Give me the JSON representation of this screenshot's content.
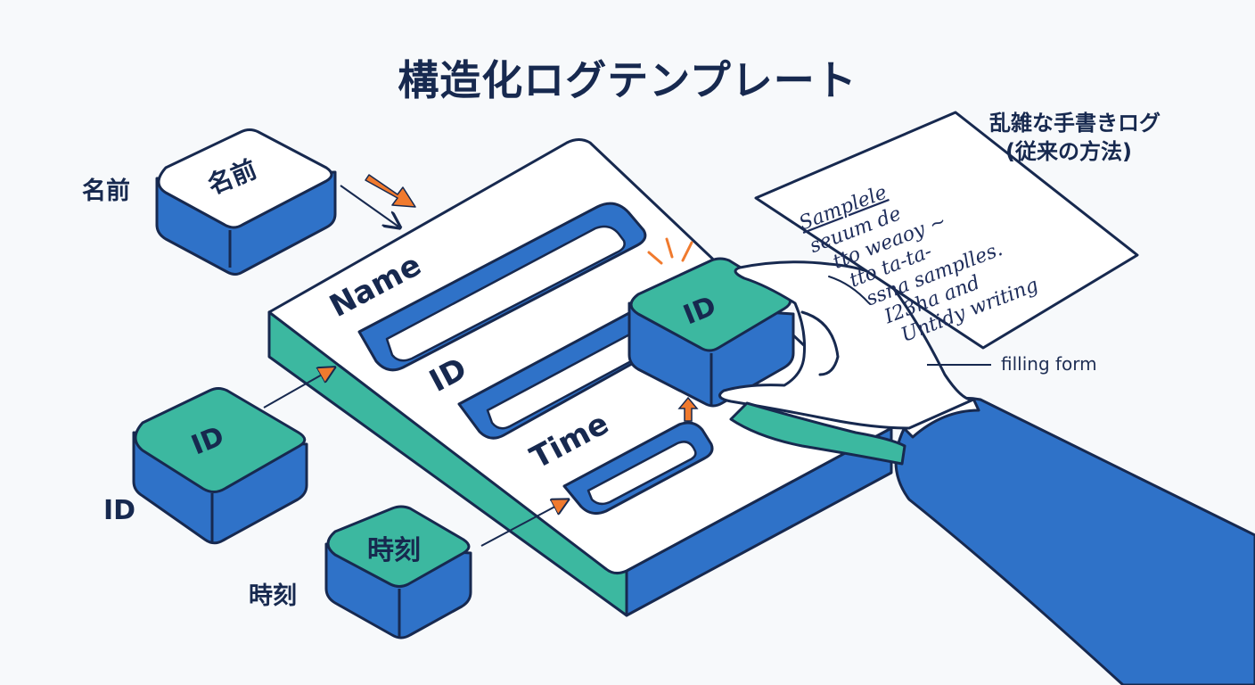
{
  "title": "構造化ログテンプレート",
  "labels": {
    "name_side": "名前",
    "id_side": "ID",
    "time_side": "時刻",
    "name_block": "名前",
    "id_block": "ID",
    "time_block": "時刻",
    "held_block": "ID"
  },
  "form": {
    "name_label": "Name",
    "id_label": "ID",
    "time_label": "Time"
  },
  "handwritten": {
    "caption_line1": "乱雑な手書きログ",
    "caption_line2": "(従来の方法)",
    "lines": [
      "Samplele",
      "seuum de",
      "tto weaoy ~",
      "tto ta-ta-",
      "ssna samplles.",
      "I23ha and",
      "Untidy writing"
    ]
  },
  "filling_label": "filling form",
  "colors": {
    "navy": "#17294f",
    "blue": "#2f72c8",
    "teal": "#3cb8a0",
    "orange": "#f07a2e",
    "paper": "#ffffff"
  }
}
